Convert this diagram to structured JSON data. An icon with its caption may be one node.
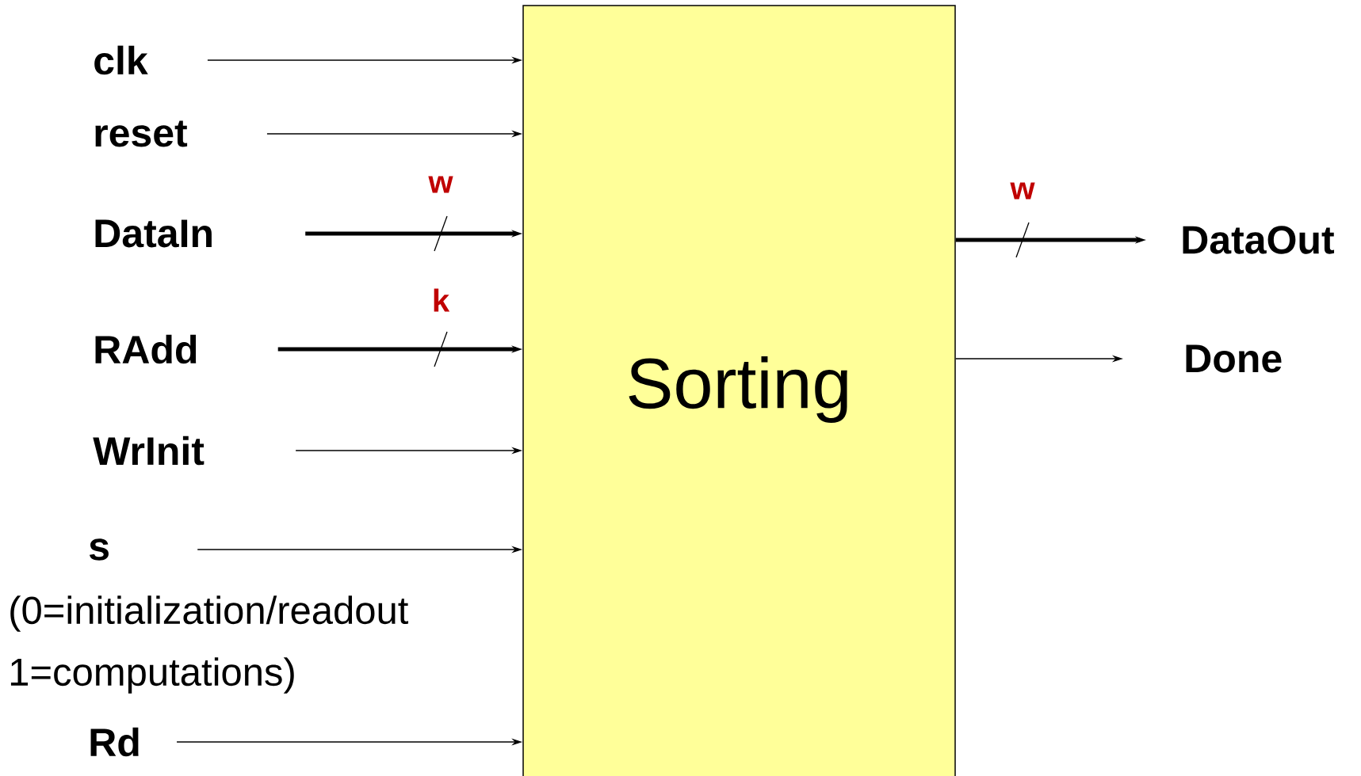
{
  "diagram": {
    "nodes": [
      {
        "text": [
          "Sorting"
        ]
      },
      {
        "text": [
          "clk"
        ]
      },
      {
        "text": [
          "reset"
        ]
      },
      {
        "text": [
          "DataIn"
        ]
      },
      {
        "text": [
          "RAdd"
        ]
      },
      {
        "text": [
          "WrInit"
        ]
      },
      {
        "text": [
          "s"
        ],
        "beside": [
          "(0=initialization/readout 1=computations)"
        ]
      },
      {
        "text": [
          "Rd"
        ]
      },
      {
        "text": [
          "DataOut"
        ]
      },
      {
        "text": [
          "Done"
        ]
      }
    ],
    "edges": [
      {
        "from": 1,
        "to": 0,
        "arrow": "to"
      },
      {
        "from": 2,
        "to": 0,
        "arrow": "to"
      },
      {
        "from": 3,
        "to": 0,
        "arrow": "to",
        "label": "w",
        "style": "thick"
      },
      {
        "from": 4,
        "to": 0,
        "arrow": "to",
        "label": "k",
        "style": "thick"
      },
      {
        "from": 5,
        "to": 0,
        "arrow": "to"
      },
      {
        "from": 6,
        "to": 0,
        "arrow": "to"
      },
      {
        "from": 7,
        "to": 0,
        "arrow": "to"
      },
      {
        "from": 0,
        "to": 8,
        "arrow": "to",
        "label": "w",
        "style": "thick"
      },
      {
        "from": 0,
        "to": 9,
        "arrow": "to"
      }
    ]
  }
}
